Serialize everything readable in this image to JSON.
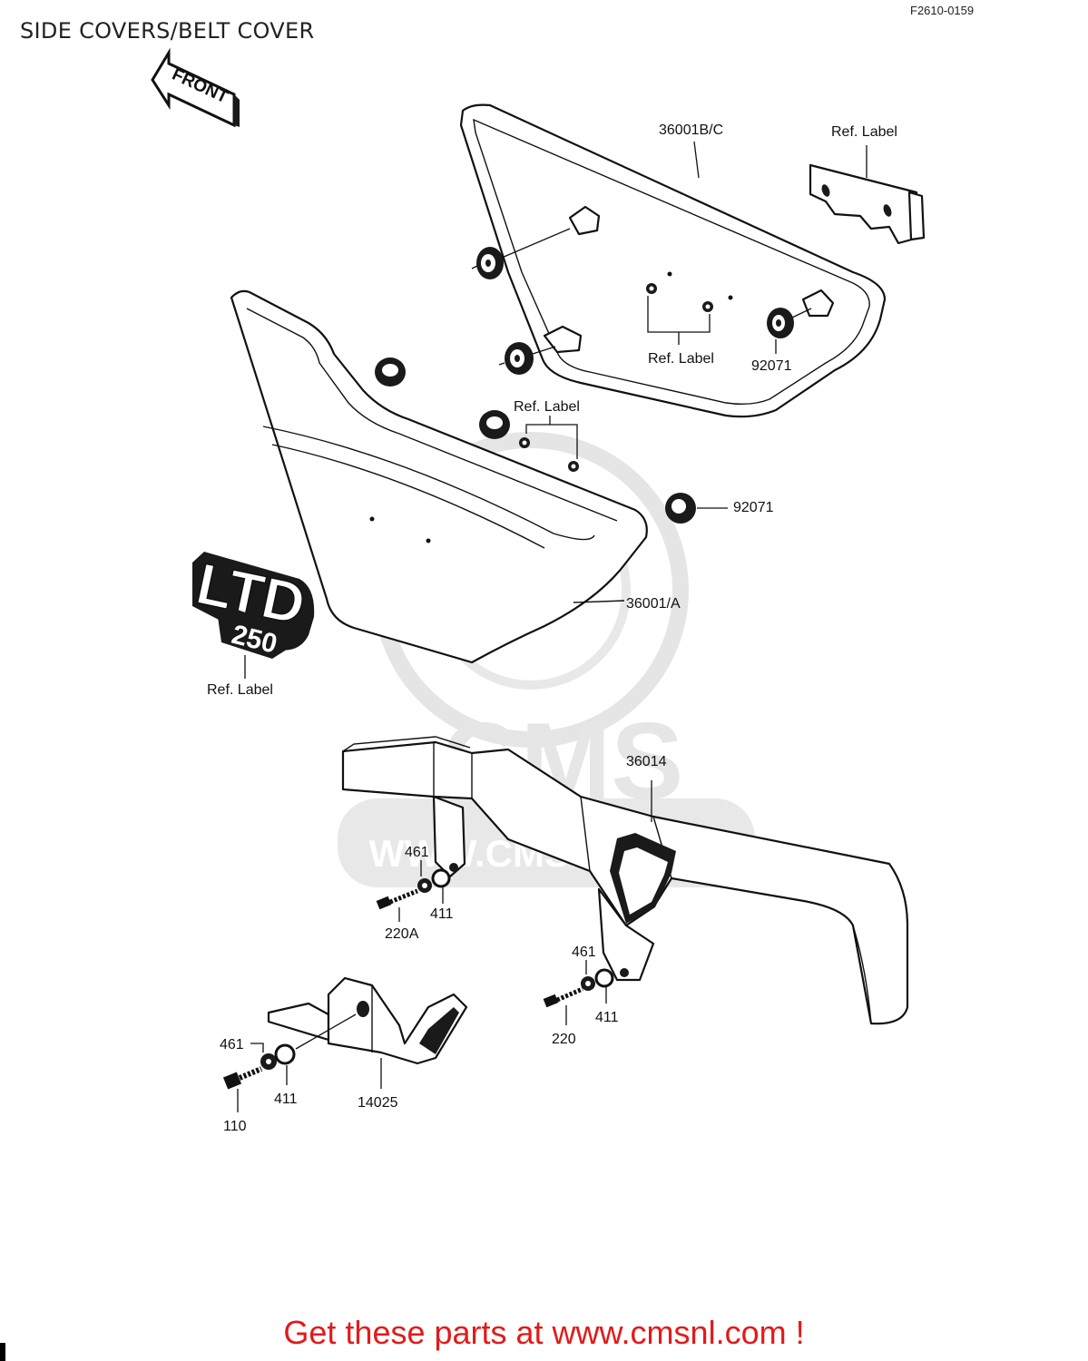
{
  "header": {
    "title": "SIDE COVERS/BELT COVER",
    "figure_code": "F2610-0159"
  },
  "diagram": {
    "front_arrow": "FRONT",
    "emblem_top": "LTD",
    "emblem_bottom": "250",
    "watermark_text": "CMS",
    "watermark_url": "WWW.CMSNL.COM",
    "labels": {
      "p36001bc": "36001B/C",
      "ref_label_bracket": "Ref. Label",
      "ref_label_inner": "Ref. Label",
      "p92071_a": "92071",
      "ref_label_mid": "Ref. Label",
      "p92071_b": "92071",
      "p36001a": "36001/A",
      "ref_label_emblem": "Ref. Label",
      "p36014": "36014",
      "p461_a": "461",
      "p411_a": "411",
      "p220a": "220A",
      "p461_b": "461",
      "p411_b": "411",
      "p220": "220",
      "p461_c": "461",
      "p411_c": "411",
      "p14025": "14025",
      "p110": "110"
    }
  },
  "footer": {
    "promo_text": "Get these parts at www.cmsnl.com !"
  }
}
